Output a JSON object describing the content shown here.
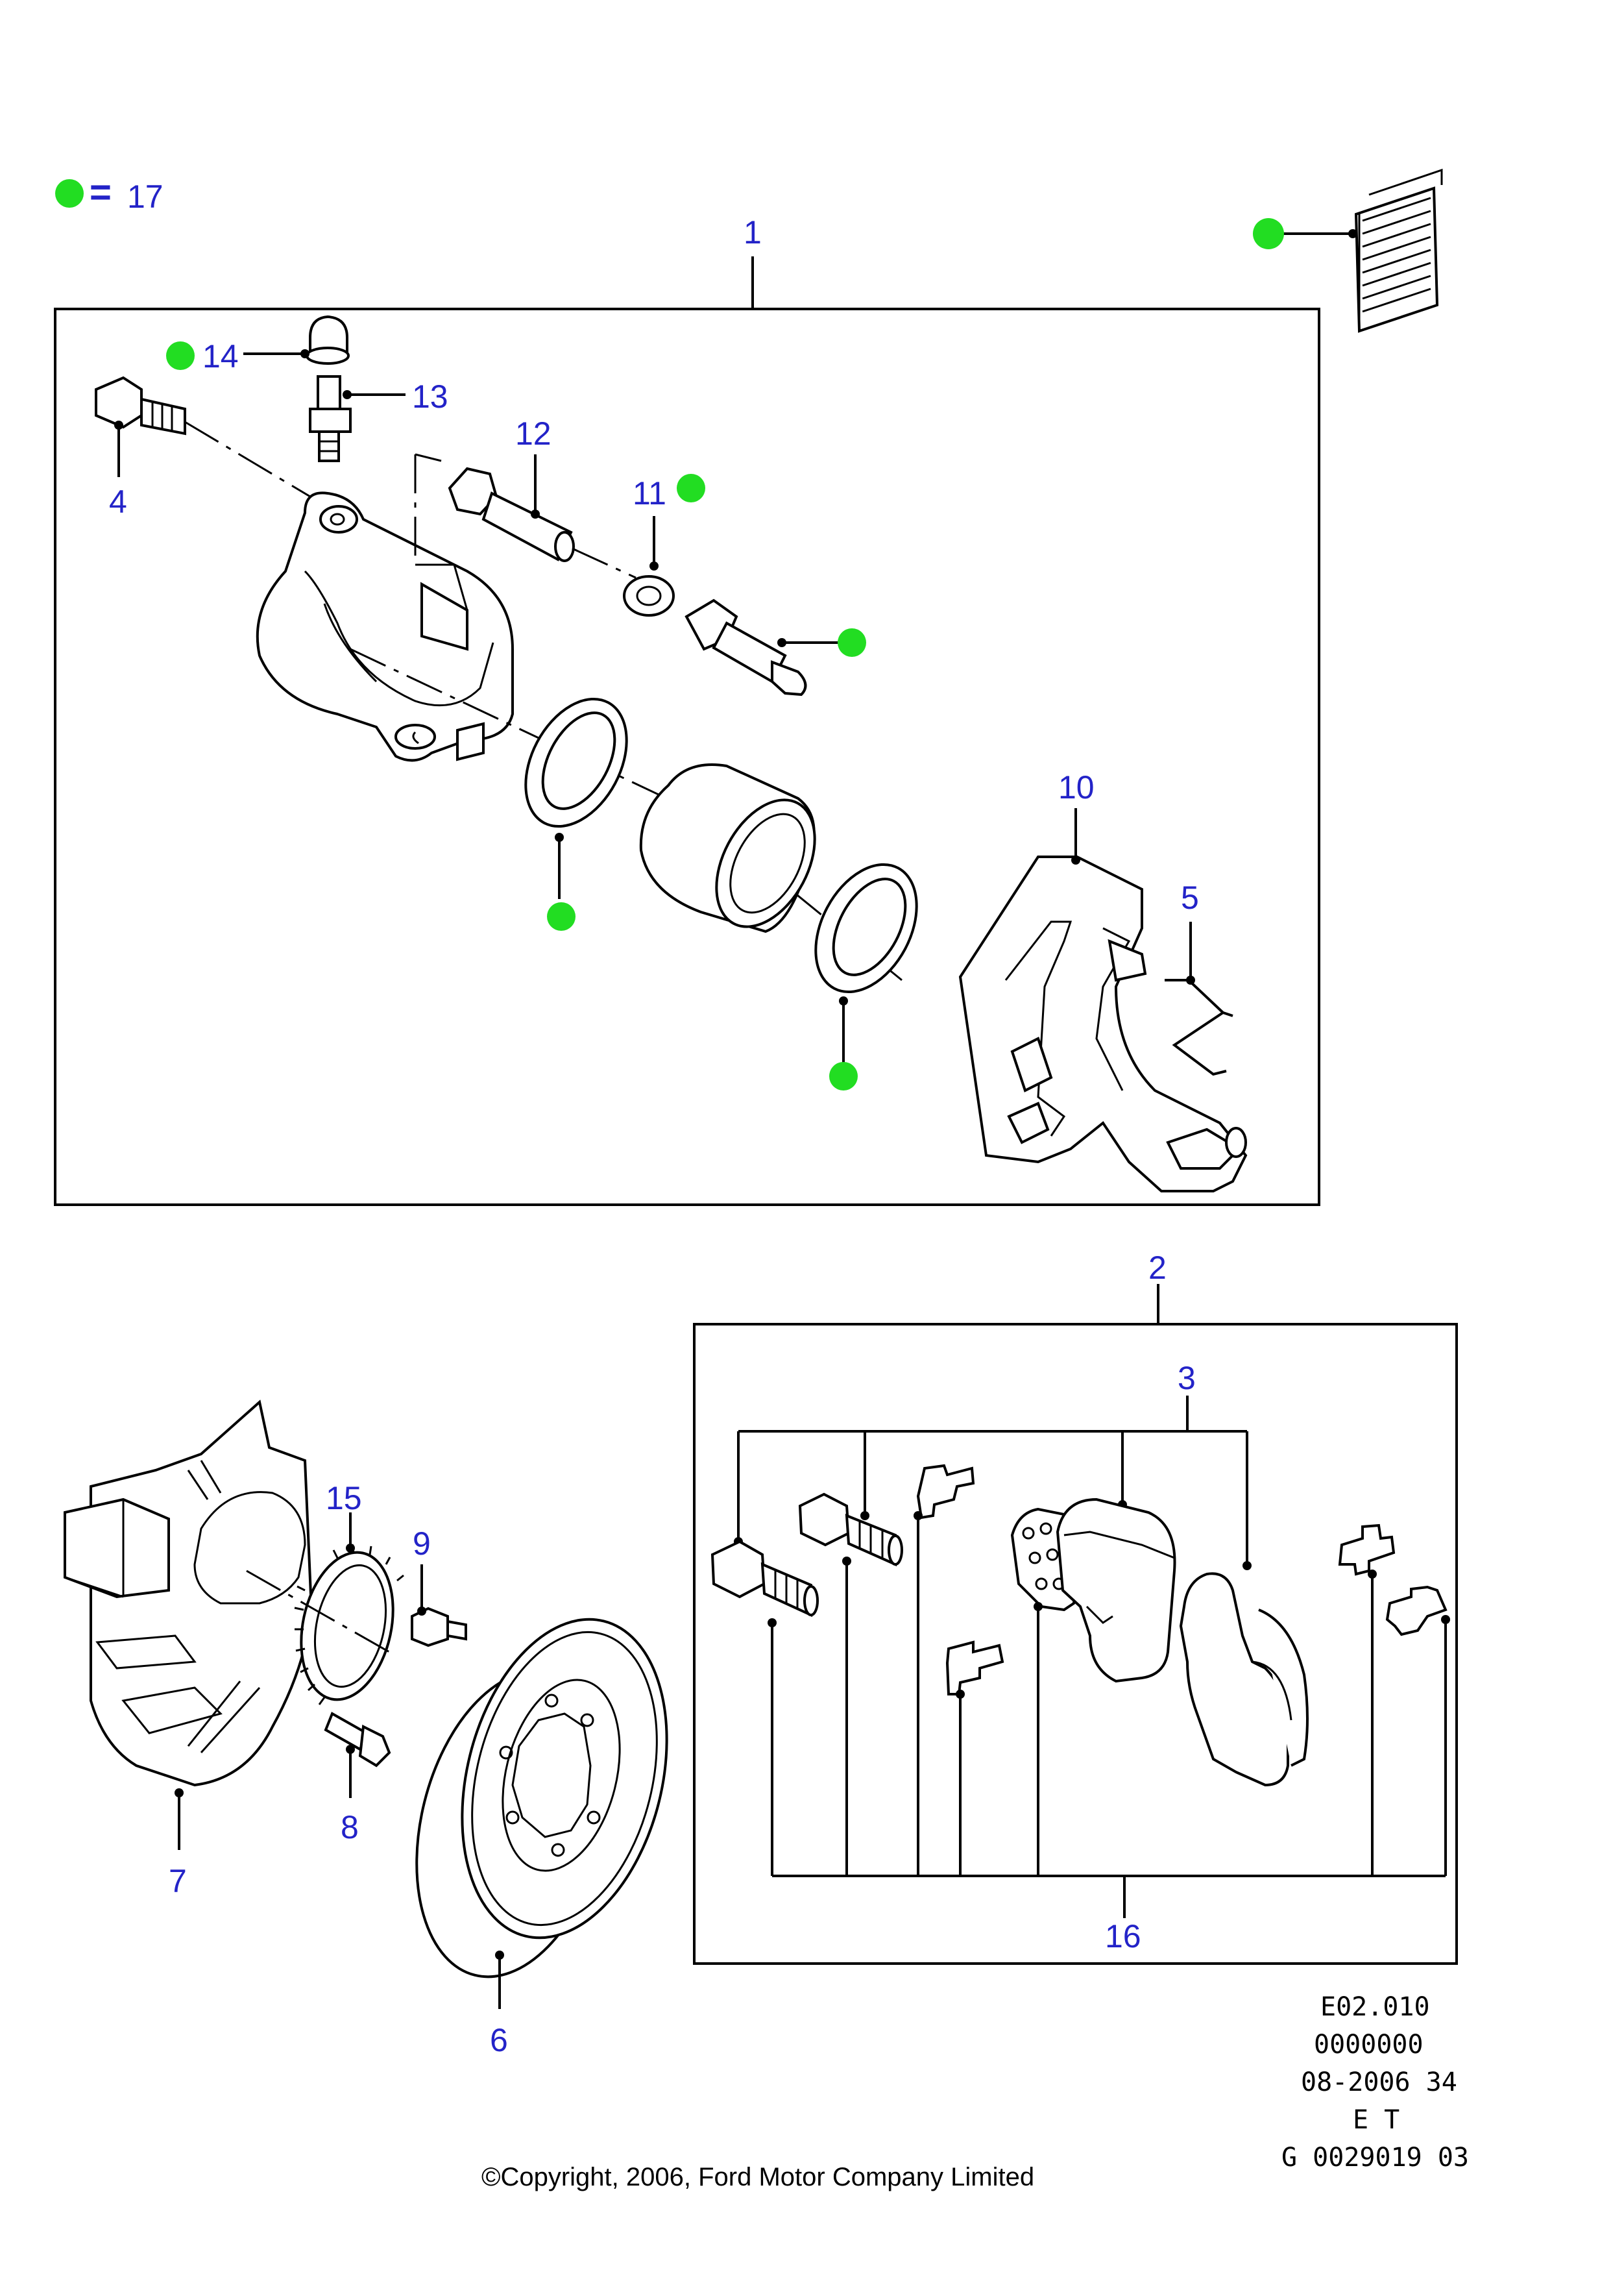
{
  "legend": {
    "symbol_color": "#22dd22",
    "equals": "=",
    "value": "17"
  },
  "callouts": {
    "c1": "1",
    "c2": "2",
    "c3": "3",
    "c4": "4",
    "c5": "5",
    "c6": "6",
    "c7": "7",
    "c8": "8",
    "c9": "9",
    "c10": "10",
    "c11": "11",
    "c12": "12",
    "c13": "13",
    "c14": "14",
    "c15": "15",
    "c16": "16"
  },
  "reference_block": [
    "E02.010",
    "0000000",
    "08-2006 34",
    "E T",
    "G 0029019 03"
  ],
  "copyright": "©Copyright, 2006, Ford Motor Company Limited",
  "colors": {
    "callout": "#2323c8",
    "marker": "#22dd22",
    "line": "#000000"
  }
}
